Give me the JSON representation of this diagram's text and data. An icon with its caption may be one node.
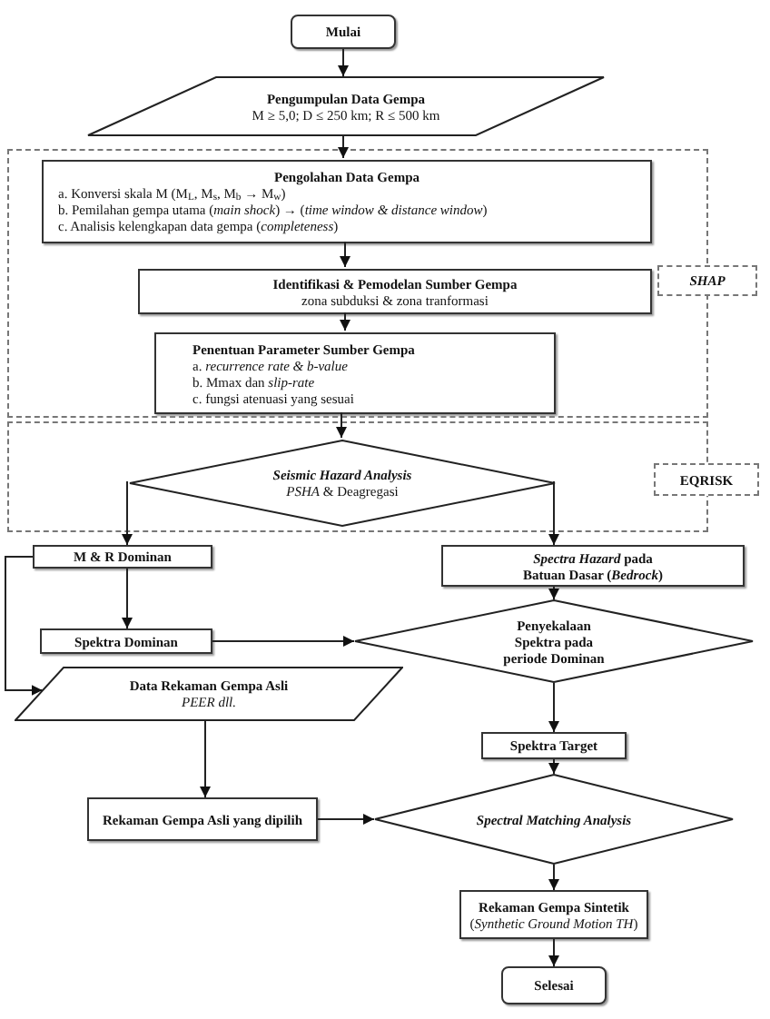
{
  "diagram": {
    "nodes": [
      {
        "text": [
          "Mulai"
        ]
      },
      {
        "text": [
          "Pengumpulan Data Gempa",
          "M ≥ 5,0;  D ≤ 250 km;  R ≤ 500 km"
        ]
      },
      {
        "text": [],
        "shape": "box"
      },
      {
        "text": [
          "Pengolahan Data Gempa",
          "a. Konversi skala M (M$_{L}$, M$_{s}$, M$_{b}$ → M$_{w}$)",
          "b. Pemilahan gempa utama (*main shock*) → (*time window & distance window*)",
          "c. Analisis kelengkapan data gempa (*completeness*)"
        ],
        "in": 2
      },
      {
        "text": [
          "Identifikasi & Pemodelan Sumber Gempa",
          "zona subduksi & zona tranformasi"
        ],
        "in": 2
      },
      {
        "text": [
          "Penentuan Parameter Sumber Gempa",
          "a. *recurrence rate & b-value*",
          "b. Mmax dan *slip-rate*",
          "c. fungsi atenuasi yang sesuai"
        ],
        "in": 2
      },
      {
        "text": [
          "SHAP"
        ]
      },
      {
        "text": [],
        "shape": "box"
      },
      {
        "text": [
          "Seismic Hazard Analysis",
          "*PSHA* & Deagregasi"
        ],
        "in": 7
      },
      {
        "text": [
          "EQRISK"
        ]
      },
      {
        "text": [
          "M & R Dominan"
        ]
      },
      {
        "text": [
          "*Spectra Hazard* pada Batuan Dasar (*Bedrock*)"
        ]
      },
      {
        "text": [
          "Spektra Dominan"
        ]
      },
      {
        "text": [
          "Penyekalaan Spektra pada periode Dominan"
        ]
      },
      {
        "text": [
          "Data Rekaman Gempa Asli",
          "PEER dll."
        ]
      },
      {
        "text": [
          "Spektra Target"
        ]
      },
      {
        "text": [
          "Rekaman Gempa Asli yang dipilih"
        ]
      },
      {
        "text": [
          "Spectral Matching Analysis"
        ]
      },
      {
        "text": [
          "Rekaman Gempa Sintetik",
          "(*Synthetic Ground Motion TH*)"
        ]
      },
      {
        "text": [
          "Selesai"
        ]
      }
    ],
    "edges": [
      {
        "from": 0,
        "to": 1,
        "arrow": "to"
      },
      {
        "from": 1,
        "to": 3,
        "arrow": "to"
      },
      {
        "from": 3,
        "to": 4,
        "arrow": "to"
      },
      {
        "from": 4,
        "to": 5,
        "arrow": "to"
      },
      {
        "from": 5,
        "to": 8,
        "arrow": "to"
      },
      {
        "from": 8,
        "to": 10,
        "arrow": "to"
      },
      {
        "from": 8,
        "to": 11,
        "arrow": "to"
      },
      {
        "from": 10,
        "to": 12,
        "arrow": "to"
      },
      {
        "from": 10,
        "to": 14,
        "arrow": "to"
      },
      {
        "from": 11,
        "to": 13,
        "arrow": "to"
      },
      {
        "from": 12,
        "to": 13,
        "arrow": "to"
      },
      {
        "from": 13,
        "to": 15,
        "arrow": "to"
      },
      {
        "from": 14,
        "to": 16,
        "arrow": "to"
      },
      {
        "from": 15,
        "to": 17,
        "arrow": "to"
      },
      {
        "from": 16,
        "to": 17,
        "arrow": "to"
      },
      {
        "from": 17,
        "to": 18,
        "arrow": "to"
      },
      {
        "from": 18,
        "to": 19,
        "arrow": "to"
      }
    ]
  }
}
